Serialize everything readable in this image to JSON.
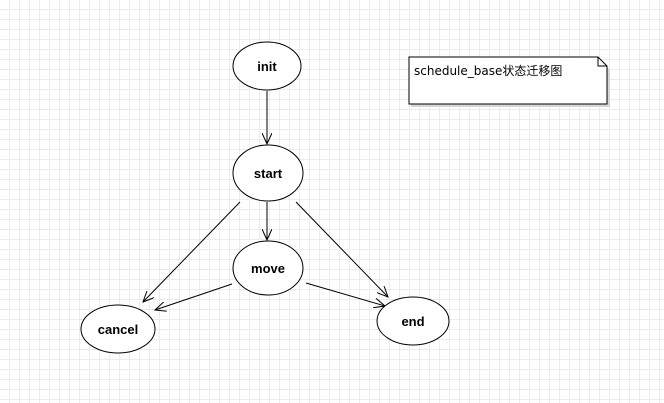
{
  "nodes": {
    "init": "init",
    "start": "start",
    "move": "move",
    "cancel": "cancel",
    "end": "end"
  },
  "note": {
    "text": "schedule_base状态迁移图"
  },
  "edges": [
    {
      "from": "init",
      "to": "start"
    },
    {
      "from": "start",
      "to": "move"
    },
    {
      "from": "start",
      "to": "cancel"
    },
    {
      "from": "start",
      "to": "end"
    },
    {
      "from": "move",
      "to": "cancel"
    },
    {
      "from": "move",
      "to": "end"
    }
  ]
}
